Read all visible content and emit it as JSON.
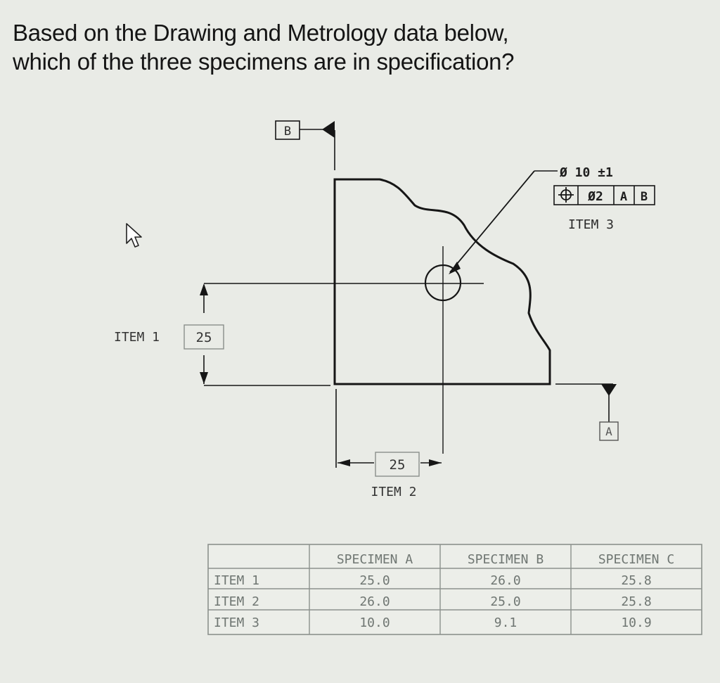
{
  "question": {
    "line1": "Based on the Drawing and Metrology data below,",
    "line2": "which of the three specimens are in specification?"
  },
  "drawing": {
    "datum_b_label": "B",
    "datum_a_label": "A",
    "item1": {
      "label": "ITEM 1",
      "value": "25"
    },
    "item2": {
      "label": "ITEM 2",
      "value": "25"
    },
    "item3": {
      "label": "ITEM 3",
      "hole_callout": "Ø 10 ±1",
      "fcf_symbol": "⌖",
      "fcf_tolerance": "Ø2",
      "fcf_datum1": "A",
      "fcf_datum2": "B"
    }
  },
  "metrology_table": {
    "columns": [
      "",
      "SPECIMEN A",
      "SPECIMEN B",
      "SPECIMEN C"
    ],
    "rows": [
      {
        "item": "ITEM 1",
        "values": [
          "25.0",
          "26.0",
          "25.8"
        ]
      },
      {
        "item": "ITEM 2",
        "values": [
          "26.0",
          "25.0",
          "25.8"
        ]
      },
      {
        "item": "ITEM 3",
        "values": [
          "10.0",
          "9.1",
          "10.9"
        ]
      }
    ]
  },
  "icons": {
    "cursor": "mouse-pointer-icon"
  }
}
